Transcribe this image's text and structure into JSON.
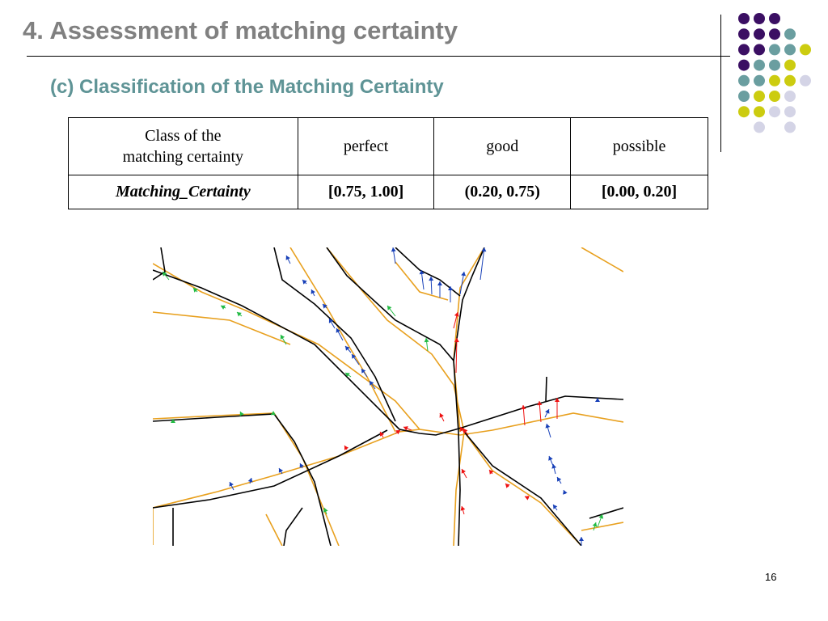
{
  "slide": {
    "title": "4. Assessment of matching certainty",
    "subtitle": "(c) Classification of the Matching Certainty",
    "page_number": "16"
  },
  "table": {
    "header": {
      "class_label_line1": "Class of the",
      "class_label_line2": "matching certainty",
      "columns": [
        "perfect",
        "good",
        "possible"
      ]
    },
    "row": {
      "label": "Matching_Certainty",
      "values": [
        "[0.75, 1.00]",
        "(0.20, 0.75)",
        "[0.00, 0.20]"
      ]
    }
  },
  "decor": {
    "dot_colors": [
      "#3b0f63",
      "#6a9ea0",
      "#cccc10",
      "#d4d4e6"
    ]
  },
  "map": {
    "colors": {
      "reference_road": "#000000",
      "candidate_road": "#e8a01e",
      "perfect": "#ee1111",
      "good": "#1840b8",
      "possible": "#22bb44"
    }
  }
}
